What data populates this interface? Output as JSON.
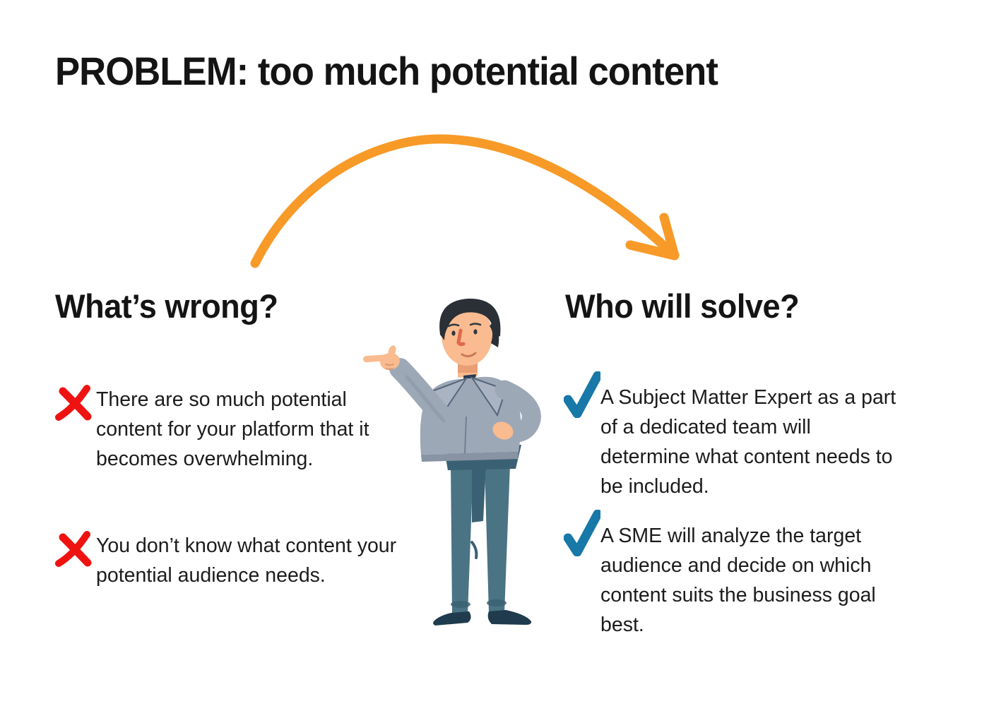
{
  "slide": {
    "title": "PROBLEM: too much potential content"
  },
  "colors": {
    "arrow_orange": "#F79A28",
    "cross_red": "#EE1311",
    "check_blue": "#1878A8",
    "heading_text": "#141414",
    "body_text": "#1C1C1C",
    "suit_gray": "#9DA8B7",
    "suit_line": "#56657B",
    "pants_slate": "#4A7383",
    "pants_shadow": "#3A6173",
    "shoe_navy": "#1F3B4D",
    "skin": "#F9BB8F",
    "hair": "#2B2F36",
    "tie_navy": "#263A50"
  },
  "left_column": {
    "heading": "What’s wrong?",
    "bullet_icon": "cross-icon",
    "items": [
      {
        "text": "There are so much potential\ncontent for your platform that it\nbecomes overwhelming."
      },
      {
        "text": "You don’t know what content your\npotential audience needs."
      }
    ]
  },
  "right_column": {
    "heading": "Who will solve?",
    "bullet_icon": "check-icon",
    "items": [
      {
        "text": "A Subject Matter Expert as a part\nof a dedicated team will\ndetermine what content needs to\nbe included."
      },
      {
        "text": "A SME will analyze the target\naudience and decide on which\ncontent suits the business goal\nbest."
      }
    ]
  },
  "illustration": {
    "figure": "businessman-pointing-left",
    "arrow": "hand-drawn-curved-arrow",
    "arrow_direction": "left-to-right"
  }
}
